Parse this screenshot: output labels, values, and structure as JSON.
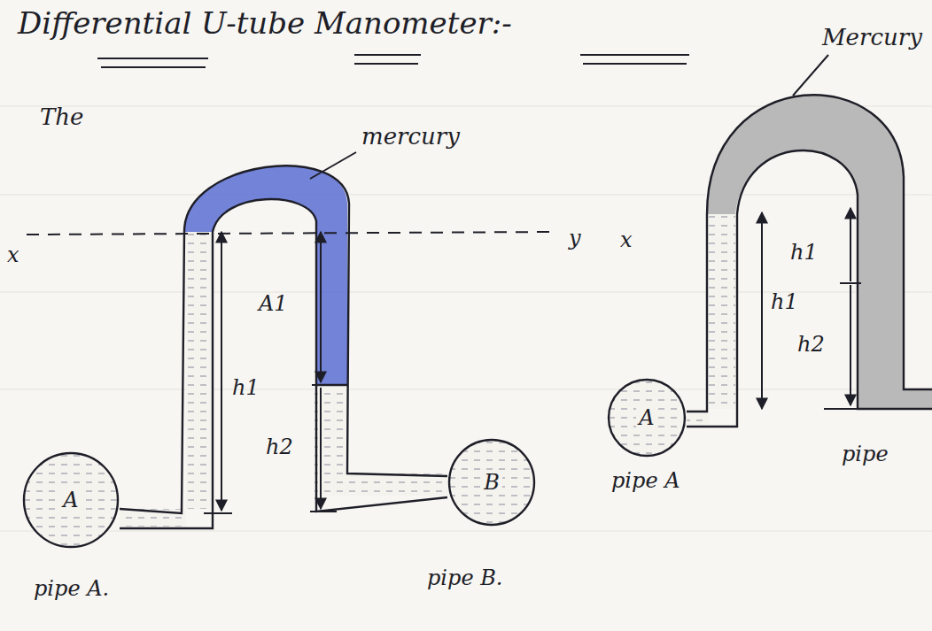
{
  "diagram": {
    "title": "Differential U-tube Manometer:-",
    "nodes": [
      {
        "text": [
          "A",
          "pipe A."
        ]
      },
      {
        "text": [
          "B",
          "pipe B."
        ]
      },
      {
        "text": [
          "A",
          "pipe A"
        ]
      }
    ],
    "labels": [
      "The",
      "mercury",
      "x",
      "y",
      "h1",
      "A1",
      "h2",
      "x",
      "Mercury",
      "h1",
      "h1",
      "h2",
      "pipe"
    ]
  }
}
